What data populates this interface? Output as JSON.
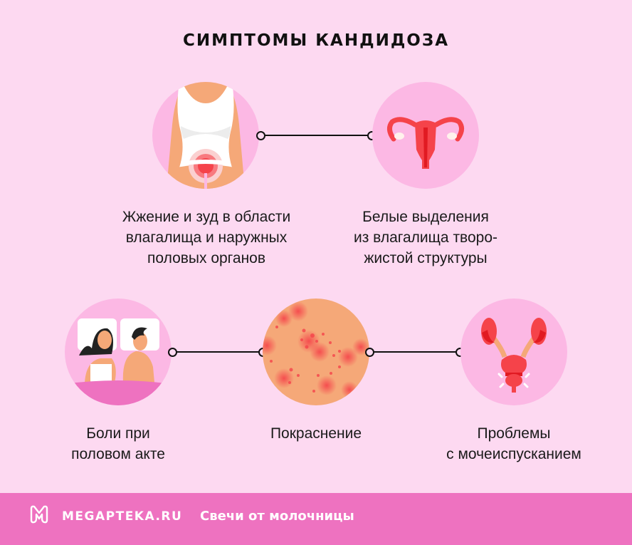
{
  "title": "СИМПТОМЫ КАНДИДОЗА",
  "colors": {
    "background": "#fdd9f1",
    "circle_fill": "#fcb8e4",
    "skin": "#f5a878",
    "accent_red": "#f5434a",
    "footer": "#ee72c0",
    "text": "#141414"
  },
  "symptoms": [
    {
      "icon": "body-burning-icon",
      "lines": [
        "Жжение и зуд в области",
        "влагалища и наружных",
        "половых органов"
      ]
    },
    {
      "icon": "uterus-icon",
      "lines": [
        "Белые выделения",
        "из влагалища творо-",
        "жистой структуры"
      ]
    },
    {
      "icon": "couple-in-bed-icon",
      "lines": [
        "Боли при",
        "половом акте"
      ]
    },
    {
      "icon": "skin-redness-icon",
      "lines": [
        "Покраснение"
      ]
    },
    {
      "icon": "urinary-system-icon",
      "lines": [
        "Проблемы",
        "с мочеиспусканием"
      ]
    }
  ],
  "footer": {
    "logo_icon": "megapteka-logo-icon",
    "brand": "MEGAPTEKA.RU",
    "tagline": "Свечи от молочницы"
  }
}
